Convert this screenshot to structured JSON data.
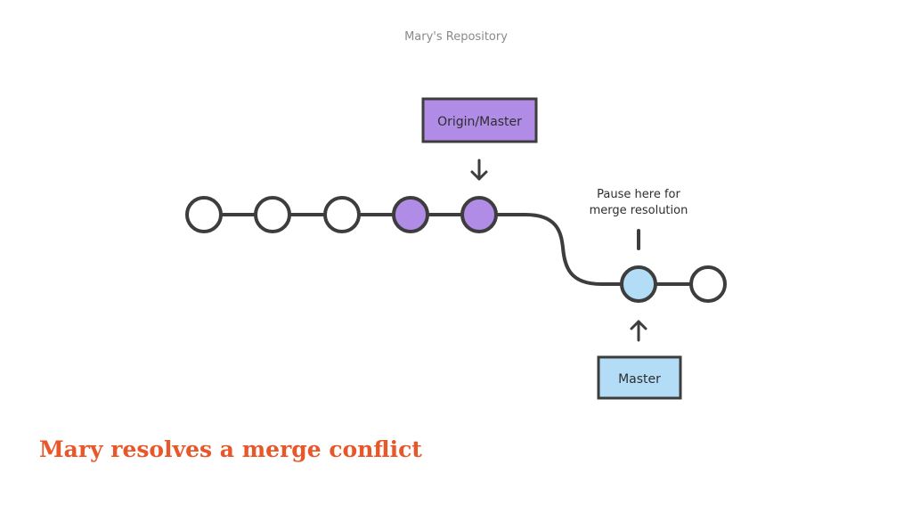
{
  "diagram": {
    "title": "Mary's Repository",
    "origin_master_label": "Origin/Master",
    "master_label": "Master",
    "annotation_line1": "Pause here for",
    "annotation_line2": "merge resolution"
  },
  "caption": "Mary resolves a merge conflict",
  "colors": {
    "stroke": "#3d3d3d",
    "commit_default": "#ffffff",
    "commit_remote": "#b18ce6",
    "commit_local": "#b3dcf7",
    "origin_master_fill": "#b18ce6",
    "master_fill": "#b3dcf7",
    "title_text": "#8a8a8a",
    "caption_text": "#e8572a"
  }
}
